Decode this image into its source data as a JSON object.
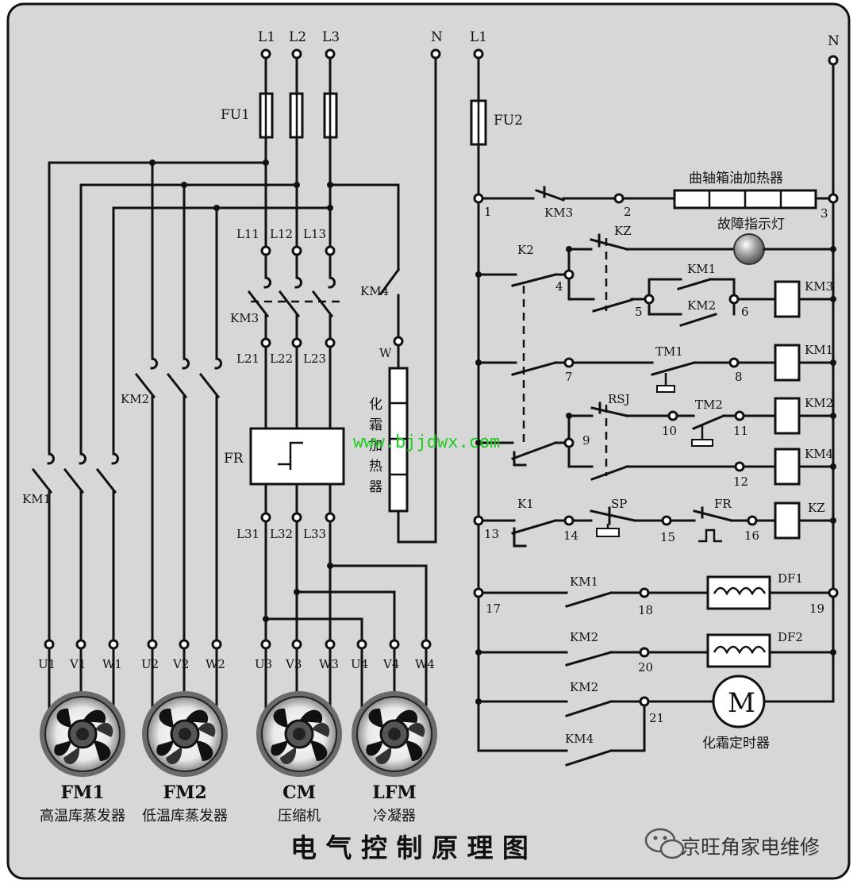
{
  "title": "电 气 控 制 原 理 图",
  "watermark_url": "www.bjjdwx.com",
  "wechat_account": "京旺角家电维修",
  "colors": {
    "background": "#d7d7d7",
    "wire": "#111111",
    "watermark": "#22cc22"
  },
  "supply": {
    "l1": "L1",
    "l2": "L2",
    "l3": "L3",
    "n": "N",
    "ctrl_l1": "L1",
    "ctrl_n": "N"
  },
  "fuses": {
    "fu1": "FU1",
    "fu2": "FU2"
  },
  "power_labels": {
    "l11": "L11",
    "l12": "L12",
    "l13": "L13",
    "l21": "L21",
    "l22": "L22",
    "l23": "L23",
    "l31": "L31",
    "l32": "L32",
    "l33": "L33",
    "km1": "KM1",
    "km2": "KM2",
    "km3": "KM3",
    "km4": "KM4",
    "w": "W",
    "fr": "FR",
    "defrost_heater": "化霜加热器"
  },
  "motor_terminals": [
    "U1",
    "V1",
    "W1",
    "U2",
    "V2",
    "W2",
    "U3",
    "V3",
    "W3",
    "U4",
    "V4",
    "W4"
  ],
  "motors": [
    {
      "code": "FM1",
      "name": "高温库蒸发器",
      "icon": "fan-motor-icon"
    },
    {
      "code": "FM2",
      "name": "低温库蒸发器",
      "icon": "fan-motor-icon"
    },
    {
      "code": "CM",
      "name": "压缩机",
      "icon": "fan-motor-icon"
    },
    {
      "code": "LFM",
      "name": "冷凝器",
      "icon": "fan-motor-icon"
    }
  ],
  "control": {
    "crankcase_heater": "曲轴箱油加热器",
    "fault_lamp": "故障指示灯",
    "defrost_timer": "化霜定时器",
    "motor_symbol": "M",
    "nodes": [
      "1",
      "2",
      "3",
      "4",
      "5",
      "6",
      "7",
      "8",
      "9",
      "10",
      "11",
      "12",
      "13",
      "14",
      "15",
      "16",
      "17",
      "18",
      "19",
      "20",
      "21"
    ],
    "contacts": {
      "km3": "KM3",
      "kz": "KZ",
      "k2": "K2",
      "km1a": "KM1",
      "km2a": "KM2",
      "tm1": "TM1",
      "rsj": "RSJ",
      "tm2": "TM2",
      "k1": "K1",
      "sp": "SP",
      "fr": "FR",
      "km1b": "KM1",
      "km2b": "KM2",
      "km2c": "KM2",
      "km4": "KM4"
    },
    "coils": [
      "KM3",
      "KM1",
      "KM2",
      "KM4",
      "KZ"
    ],
    "valves": [
      "DF1",
      "DF2"
    ]
  }
}
